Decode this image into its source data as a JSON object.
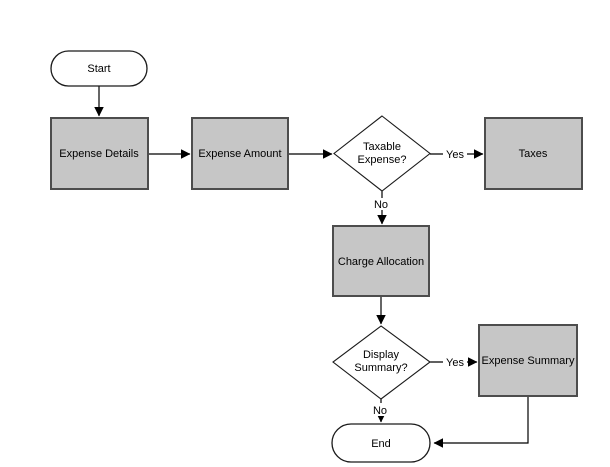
{
  "flowchart": {
    "nodes": {
      "start": {
        "label": "Start",
        "type": "terminator"
      },
      "expense_details": {
        "label": "Expense Details",
        "type": "process"
      },
      "expense_amount": {
        "label": "Expense Amount",
        "type": "process"
      },
      "taxable_expense": {
        "line1": "Taxable",
        "line2": "Expense?",
        "type": "decision"
      },
      "taxes": {
        "label": "Taxes",
        "type": "process"
      },
      "charge_allocation": {
        "label": "Charge Allocation",
        "type": "process"
      },
      "display_summary": {
        "line1": "Display",
        "line2": "Summary?",
        "type": "decision"
      },
      "expense_summary": {
        "label": "Expense Summary",
        "type": "process"
      },
      "end": {
        "label": "End",
        "type": "terminator"
      }
    },
    "edge_labels": {
      "taxable_yes": "Yes",
      "taxable_no": "No",
      "display_yes": "Yes",
      "display_no": "No"
    },
    "colors": {
      "process_fill": "#c6c6c6",
      "process_border": "#4d4d4d",
      "terminator_fill": "#ffffff",
      "shape_border": "#1a1a1a",
      "connector": "#000000",
      "background": "#ffffff"
    }
  }
}
